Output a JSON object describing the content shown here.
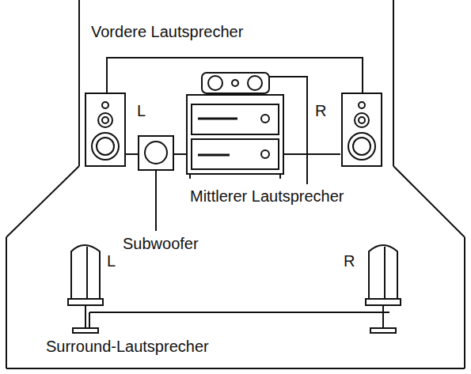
{
  "diagram": {
    "labels": [
      "Vordere Lautsprecher",
      "L",
      "R",
      "Mittlerer Lautsprecher",
      "Subwoofer",
      "L",
      "R",
      "Surround-Lautsprecher"
    ]
  }
}
